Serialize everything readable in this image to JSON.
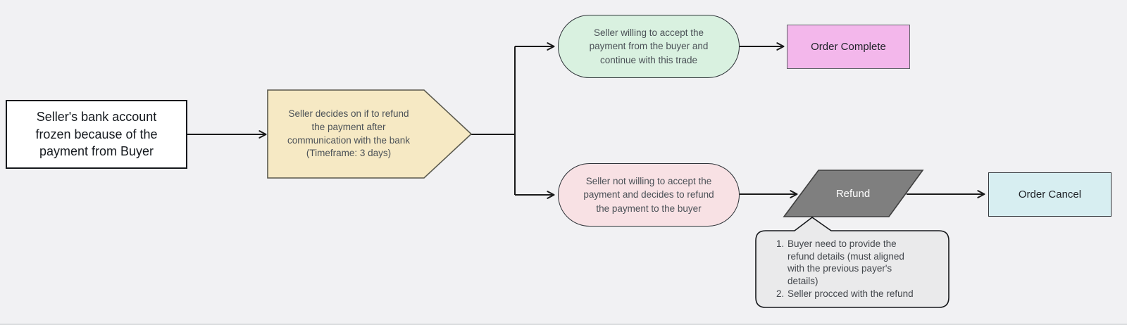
{
  "background": "#f1f1f3",
  "connector_color": "#1a1a1a",
  "nodes": {
    "start": {
      "text": "Seller's bank account\nfrozen because of the\npayment from Buyer",
      "fill": "#ffffff",
      "border": "#15181c",
      "text_color": "#15191e"
    },
    "decision": {
      "text": "Seller decides on if to refund\nthe payment after\ncommunication with the bank\n(Timeframe: 3 days)",
      "fill": "#f6e9c4",
      "border": "#5a594d",
      "text_color": "#4b5157"
    },
    "accept": {
      "text": "Seller willing to accept the\npayment from the buyer and\ncontinue with this trade",
      "fill": "#d9f1e0",
      "border": "#2e3338",
      "text_color": "#4b5157"
    },
    "order_complete": {
      "text": "Order Complete",
      "fill": "#f3b7eb",
      "border": "#5f6468",
      "text_color": "#202429"
    },
    "reject": {
      "text": "Seller not willing to accept the\npayment and decides to refund\nthe payment to the buyer",
      "fill": "#f8e1e4",
      "border": "#2e3338",
      "text_color": "#4b5157"
    },
    "refund": {
      "text": "Refund",
      "fill": "#7f7f7f",
      "border": "#3f3f3f",
      "text_color": "#ffffff"
    },
    "order_cancel": {
      "text": "Order Cancel",
      "fill": "#d7eef1",
      "border": "#33383c",
      "text_color": "#202429"
    },
    "note": {
      "items": [
        "Buyer need to provide the\nrefund details (must aligned\nwith the previous payer's\ndetails)",
        "Seller procced with the refund"
      ],
      "fill": "#eaeaeb",
      "border": "#17191c",
      "text_color": "#43474c"
    }
  }
}
